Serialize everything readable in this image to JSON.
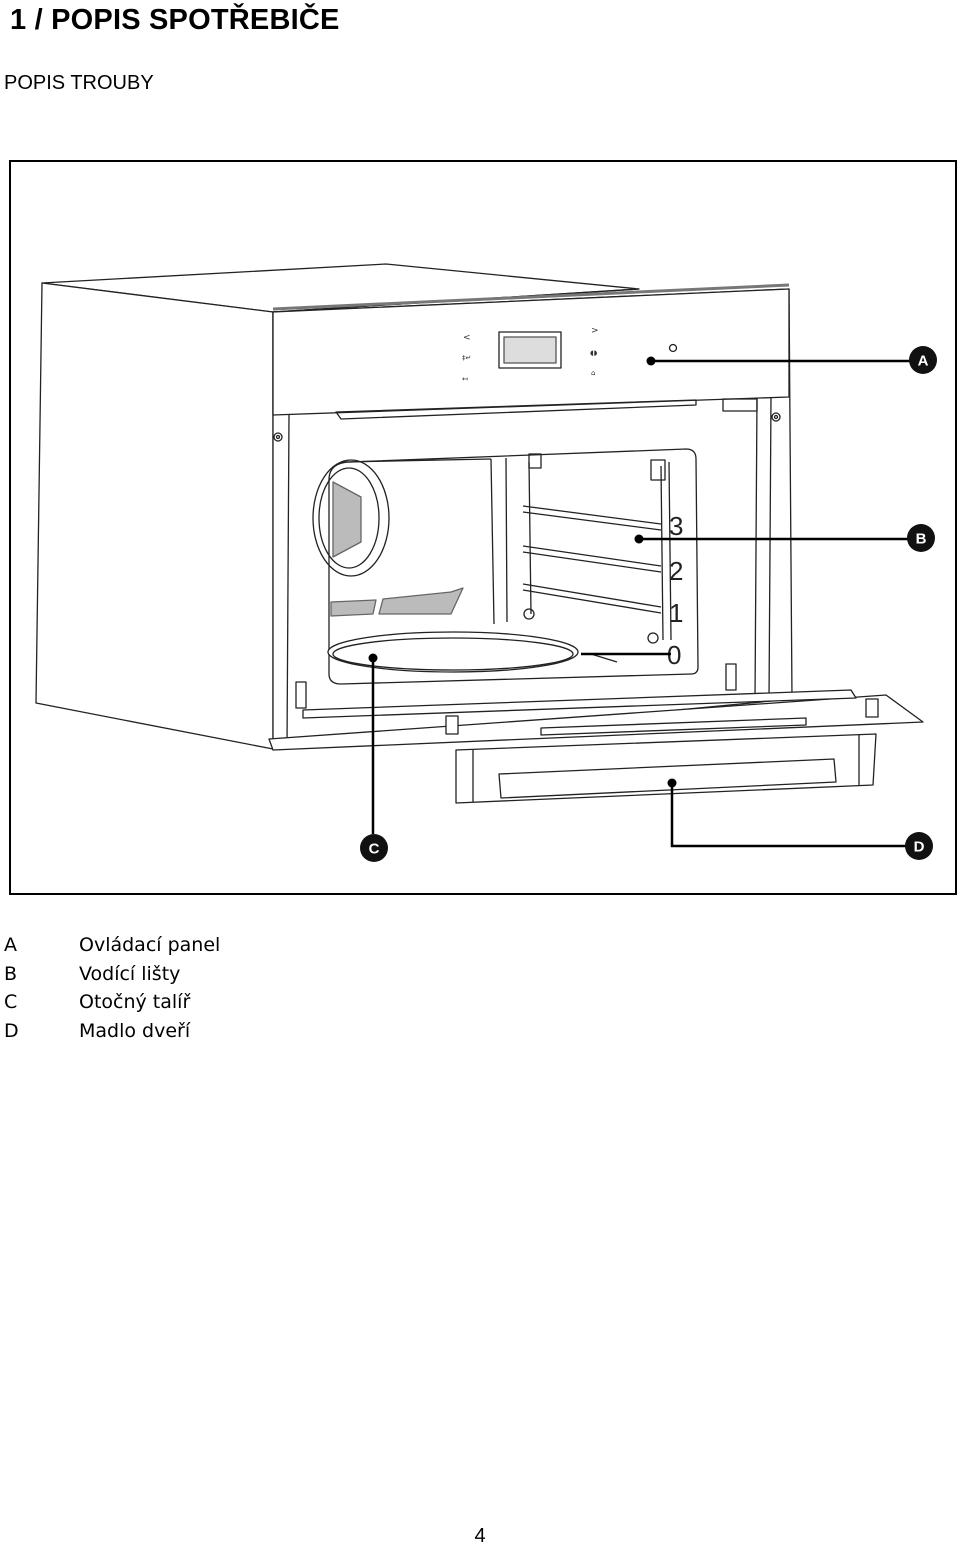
{
  "page": {
    "title": "1 / POPIS SPOTŘEBIČE",
    "subtitle": "POPIS TROUBY",
    "page_number": "4"
  },
  "figure": {
    "callouts": [
      "A",
      "B",
      "C",
      "D"
    ],
    "shelf_levels": [
      "3",
      "2",
      "1",
      "0"
    ]
  },
  "legend": [
    {
      "letter": "A",
      "text": "Ovládací panel"
    },
    {
      "letter": "B",
      "text": "Vodící lišty"
    },
    {
      "letter": "C",
      "text": "Otočný talíř"
    },
    {
      "letter": "D",
      "text": "Madlo dveří"
    }
  ]
}
